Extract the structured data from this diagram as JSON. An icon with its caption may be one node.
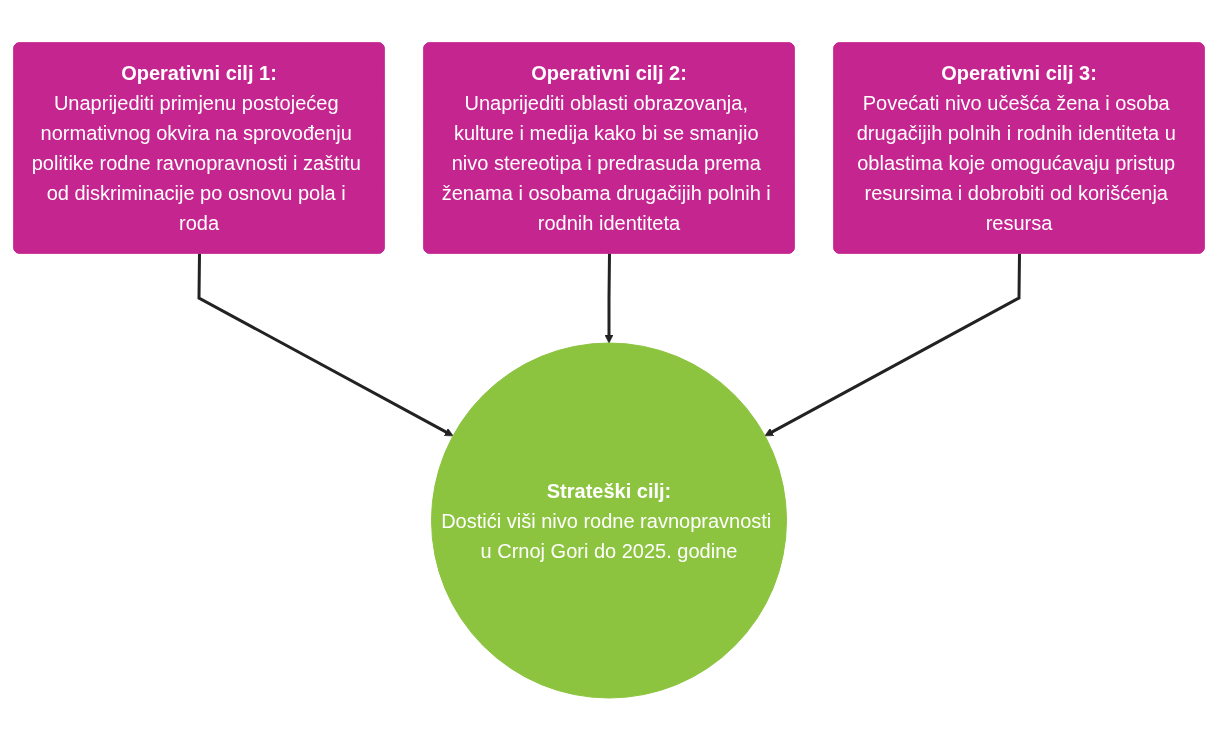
{
  "diagram": {
    "nodes": [
      {
        "text": [
          "Operativni cilj 1:",
          "Unaprijediti primjenu postojećeg normativnog okvira na sprovođenju politike rodne ravnopravnosti i zaštitu od diskriminacije po osnovu pola i roda"
        ]
      },
      {
        "text": [
          "Operativni cilj 2:",
          "Unaprijediti oblasti obrazovanja, kulture i medija kako bi se smanjio nivo stereotipa i predrasuda prema ženama i osobama drugačijih polnih i rodnih identiteta"
        ]
      },
      {
        "text": [
          "Operativni cilj 3:",
          "Povećati nivo učešća žena i osoba drugačijih polnih i rodnih identiteta u oblastima koje omogućavaju pristup resursima i dobrobiti od korišćenja resursa"
        ]
      },
      {
        "text": [
          "Strateški cilj:",
          "Dostići viši nivo rodne ravnopravnosti u Crnoj Gori do 2025. godine"
        ]
      }
    ],
    "edges": [
      {
        "from": 0,
        "to": 3,
        "arrow": "to"
      },
      {
        "from": 1,
        "to": 3,
        "arrow": "to"
      },
      {
        "from": 2,
        "to": 3,
        "arrow": "to"
      }
    ]
  }
}
